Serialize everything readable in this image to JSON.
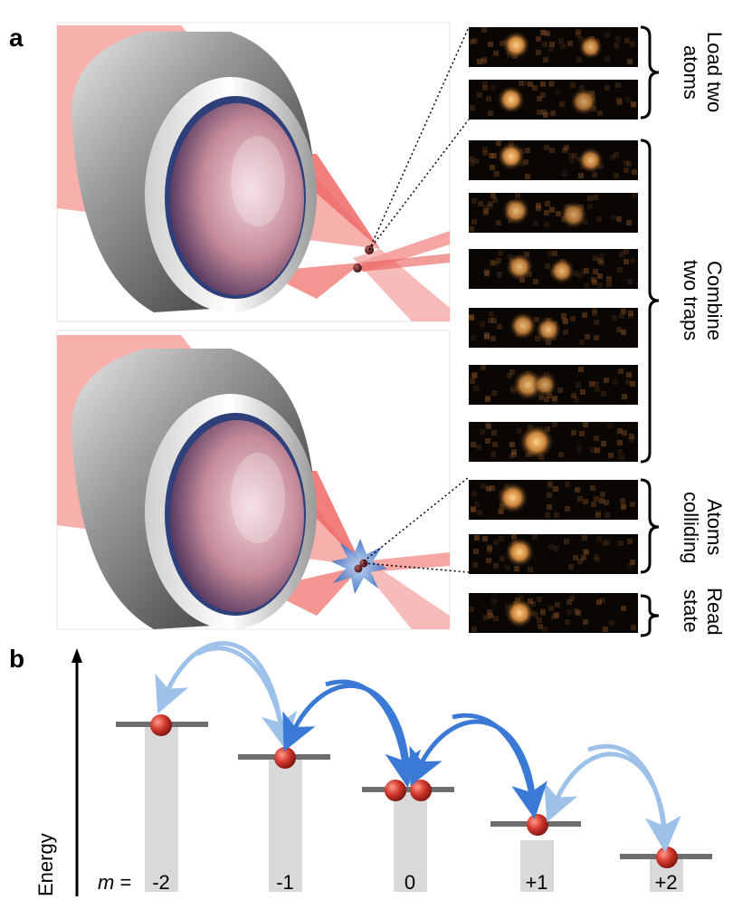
{
  "panel_a": {
    "label": "a",
    "groups": [
      {
        "name": "Load two\natoms",
        "frames": 2
      },
      {
        "name": "Combine\ntwo traps",
        "frames": 6
      },
      {
        "name": "Atoms\ncolliding",
        "frames": 2
      },
      {
        "name": "Read\nstate",
        "frames": 1
      }
    ]
  },
  "panel_b": {
    "label": "b",
    "axis_label": "Energy",
    "m_prefix": "m",
    "m_equals": "=",
    "levels": [
      {
        "m": "-2",
        "atoms": 1
      },
      {
        "m": "-1",
        "atoms": 1
      },
      {
        "m": "0",
        "atoms": 2
      },
      {
        "m": "+1",
        "atoms": 1
      },
      {
        "m": "+2",
        "atoms": 1
      }
    ]
  },
  "colors": {
    "beam": "#f27c78",
    "light_arrow": "#9ec1ea",
    "dark_arrow": "#3a7ad6",
    "atom": "#c0392b",
    "level_line": "#6e6e6e",
    "column": "#d9d9d9"
  }
}
